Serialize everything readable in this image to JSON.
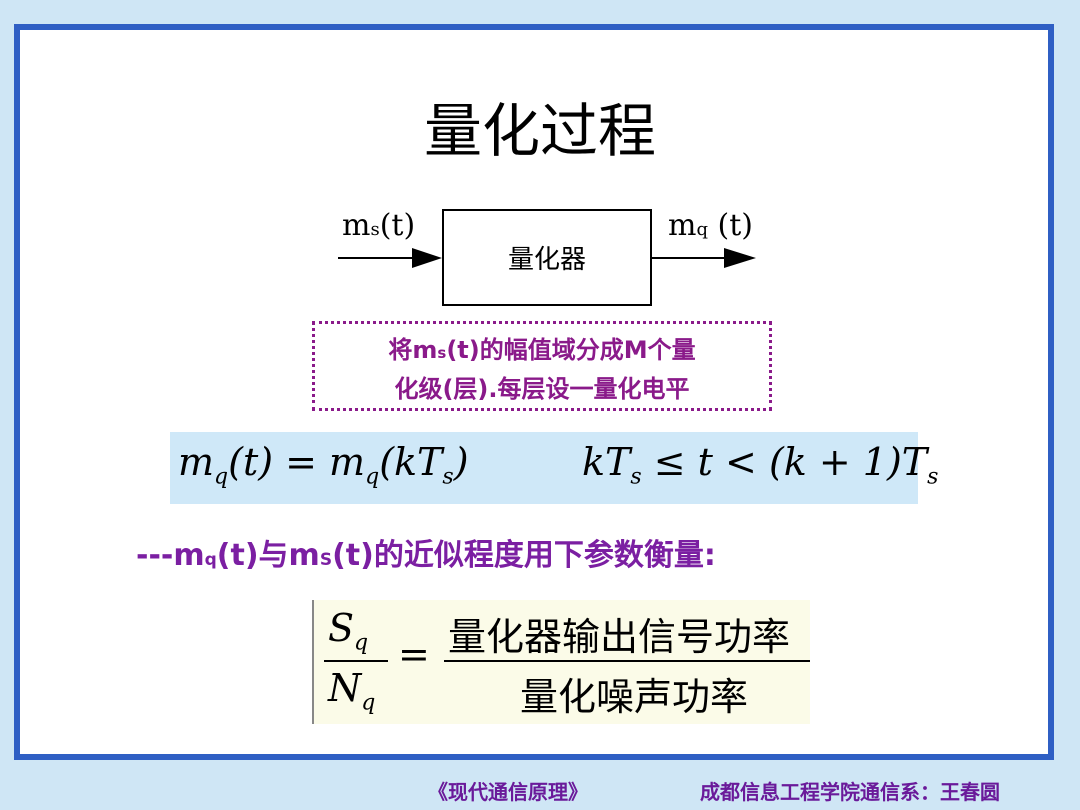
{
  "slide": {
    "title": "量化过程",
    "diagram": {
      "input_main": "m",
      "input_sub": "s",
      "input_arg": "(t)",
      "output_main": "m",
      "output_sub": "q",
      "output_arg": "(t)",
      "box_label": "量化器"
    },
    "note": {
      "line1_a": "将m",
      "line1_sub": "s",
      "line1_b": "(t)的幅值域分成M个量",
      "line2": "化级(层).每层设一量化电平"
    },
    "formula1": {
      "m": "m",
      "q": "q",
      "t_paren": "(t)",
      "equals_m": " = m",
      "kTs_open": "(kT",
      "s": "s",
      "close": ")",
      "right_kT": "kT",
      "right_s": "s",
      "right_rest": " ≤ t < (k + 1)T",
      "right_s2": "s"
    },
    "description": {
      "dash": "---m",
      "q": "q",
      "part1": "(t)与m",
      "s": "S",
      "part2": "(t)的近似程度用下参数衡量:"
    },
    "formula2": {
      "S": "S",
      "q1": "q",
      "N": "N",
      "q2": "q",
      "equals": "=",
      "numerator": "量化器输出信号功率",
      "denominator": "量化噪声功率"
    },
    "footer": {
      "left": "《现代通信原理》",
      "right": "成都信息工程学院通信系：王春圆"
    }
  },
  "colors": {
    "frame_border": "#2f5fc4",
    "background": "#cfe6f5",
    "accent_purple": "#7b1fa2",
    "formula_bg": "#cfe8f8"
  }
}
